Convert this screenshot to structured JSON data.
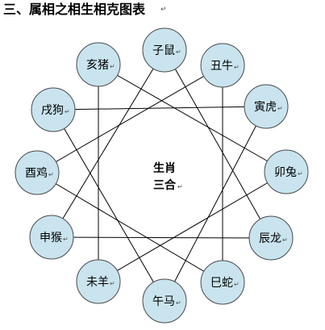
{
  "title": "三、属相之相生相克图表",
  "paragraph_mark": "↵",
  "center": {
    "line1": "生肖",
    "line2": "三合"
  },
  "zodiac": [
    {
      "key": "rat",
      "label": "子鼠"
    },
    {
      "key": "ox",
      "label": "丑牛"
    },
    {
      "key": "tiger",
      "label": "寅虎"
    },
    {
      "key": "rabbit",
      "label": "卯兔"
    },
    {
      "key": "dragon",
      "label": "辰龙"
    },
    {
      "key": "snake",
      "label": "巳蛇"
    },
    {
      "key": "horse",
      "label": "午马"
    },
    {
      "key": "goat",
      "label": "未羊"
    },
    {
      "key": "monkey",
      "label": "申猴"
    },
    {
      "key": "rooster",
      "label": "酉鸡"
    },
    {
      "key": "dog",
      "label": "戌狗"
    },
    {
      "key": "pig",
      "label": "亥猪"
    }
  ],
  "colors": {
    "node_fill": "#c9e4ee",
    "node_stroke": "#4a4a4a",
    "line": "#000000"
  },
  "connections": [
    [
      "rat",
      "dragon"
    ],
    [
      "dragon",
      "monkey"
    ],
    [
      "monkey",
      "rat"
    ],
    [
      "ox",
      "snake"
    ],
    [
      "snake",
      "rooster"
    ],
    [
      "rooster",
      "ox"
    ],
    [
      "tiger",
      "horse"
    ],
    [
      "horse",
      "dog"
    ],
    [
      "dog",
      "tiger"
    ],
    [
      "rabbit",
      "goat"
    ],
    [
      "goat",
      "pig"
    ],
    [
      "pig",
      "rabbit"
    ]
  ]
}
